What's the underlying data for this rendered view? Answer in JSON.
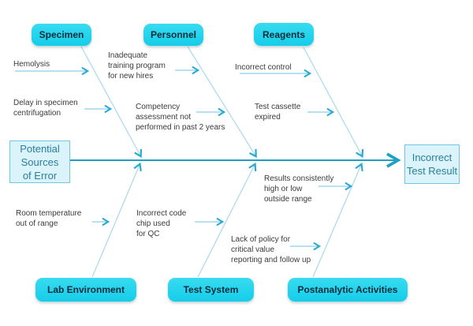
{
  "diagram": {
    "problem": {
      "label": "Potential\nSources\nof Error"
    },
    "effect": {
      "label": "Incorrect\nTest Result"
    },
    "categories": {
      "specimen": "Specimen",
      "personnel": "Personnel",
      "reagents": "Reagents",
      "lab_environment": "Lab Environment",
      "test_system": "Test System",
      "postanalytic_activities": "Postanalytic Activities"
    },
    "causes": {
      "hemolysis": "Hemolysis",
      "delay_centrifugation": "Delay in specimen\ncentrifugation",
      "inadequate_training": "Inadequate\ntraining program\nfor new hires",
      "competency_assessment": "Competency\nassessment not\nperformed in past 2 years",
      "incorrect_control": "Incorrect control",
      "test_cassette_expired": "Test cassette\nexpired",
      "room_temperature": "Room temperature\nout of range",
      "incorrect_code_chip": "Incorrect code\nchip used\nfor QC",
      "results_outside_range": "Results consistently\nhigh or low\noutside range",
      "lack_of_policy": "Lack of policy for\ncritical value\nreporting and follow up"
    },
    "colors": {
      "background": "#ffffff",
      "category_fill": "#1fd3ec",
      "category_text": "#0b2b3b",
      "head_fill": "#dbf3fa",
      "head_border": "#6fc7e0",
      "head_text": "#2a7f9e",
      "spine_line": "#1f9fc4",
      "bone_line": "#aedbec",
      "cause_arrow_line": "#8ccfe8",
      "arrowhead": "#2aa9d2",
      "cause_text": "#3a3a3a"
    }
  }
}
